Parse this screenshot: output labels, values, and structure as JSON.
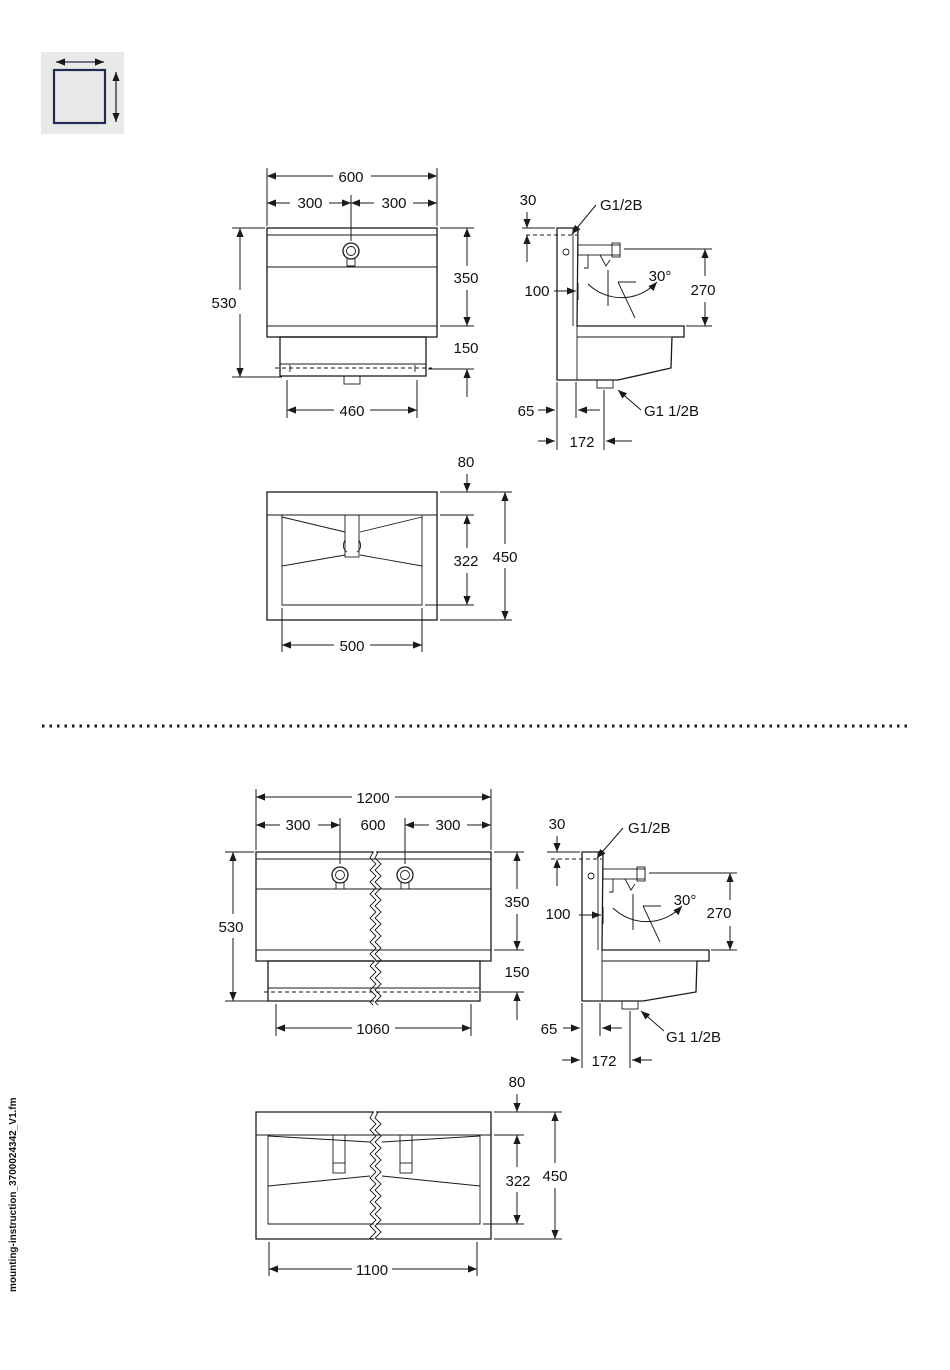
{
  "sheet_icon": "dimensions-icon",
  "file_label": "mounting-instruction_3700024342_V1.fm",
  "colors": {
    "line": "#1a1a1a",
    "icon_bg": "#e9e9e7",
    "icon_frame": "#222b55"
  },
  "single": {
    "front": {
      "width": "600",
      "half_left": "300",
      "half_right": "300",
      "height": "530",
      "upper": "350",
      "lower": "150",
      "bracket": "460"
    },
    "side": {
      "top_offset": "30",
      "connection_top": "G1/2B",
      "depth_tap": "100",
      "angle": "30°",
      "tap_height": "270",
      "wall_gap": "65",
      "drain_offset": "172",
      "drain": "G1 1/2B"
    },
    "top": {
      "rim": "80",
      "basin_depth": "322",
      "depth": "450",
      "basin_width": "500"
    }
  },
  "double": {
    "front": {
      "width": "1200",
      "half_left": "300",
      "center": "600",
      "half_right": "300",
      "height": "530",
      "upper": "350",
      "lower": "150",
      "bracket": "1060"
    },
    "side": {
      "top_offset": "30",
      "connection_top": "G1/2B",
      "depth_tap": "100",
      "angle": "30°",
      "tap_height": "270",
      "wall_gap": "65",
      "drain_offset": "172",
      "drain": "G1 1/2B"
    },
    "top": {
      "rim": "80",
      "basin_depth": "322",
      "depth": "450",
      "basin_width": "1100"
    }
  }
}
